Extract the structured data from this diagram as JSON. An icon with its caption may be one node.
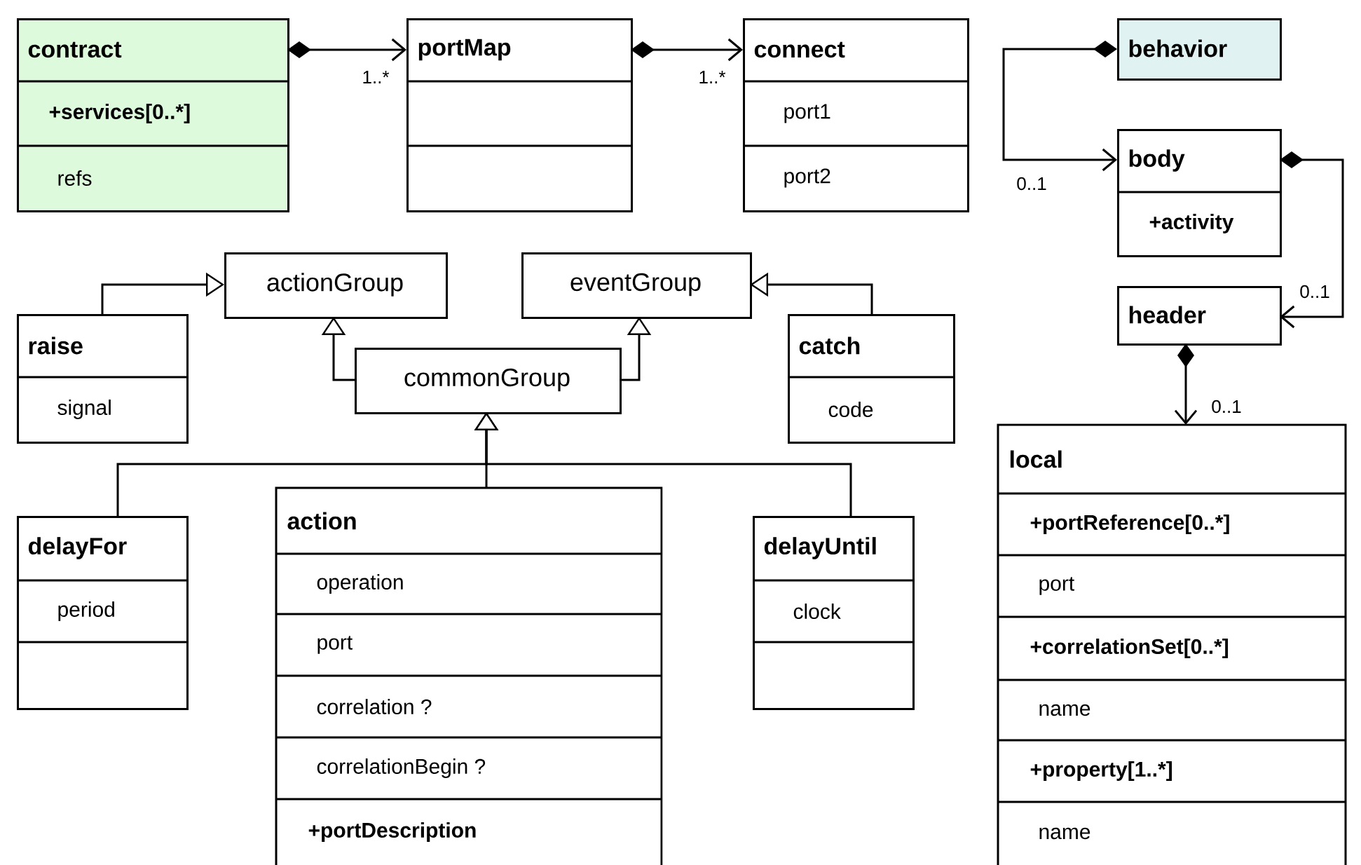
{
  "diagram": {
    "nodes": [
      {
        "text": [
          "contract",
          "+services[0..*]",
          "refs"
        ]
      },
      {
        "text": [
          "portMap"
        ]
      },
      {
        "text": [
          "connect",
          "port1",
          "port2"
        ]
      },
      {
        "text": [
          "behavior"
        ]
      },
      {
        "text": [
          "body",
          "+activity"
        ]
      },
      {
        "text": [
          "header"
        ]
      },
      {
        "text": [
          "local",
          "+portReference[0..*]",
          "port",
          "+correlationSet[0..*]",
          "name",
          "+property[1..*]",
          "name"
        ]
      },
      {
        "text": [
          "actionGroup"
        ]
      },
      {
        "text": [
          "eventGroup"
        ]
      },
      {
        "text": [
          "raise",
          "signal"
        ]
      },
      {
        "text": [
          "catch",
          "code"
        ]
      },
      {
        "text": [
          "commonGroup"
        ]
      },
      {
        "text": [
          "delayFor",
          "period"
        ]
      },
      {
        "text": [
          "action",
          "operation",
          "port",
          "correlation ?",
          "correlationBegin ?",
          "+portDescription"
        ]
      },
      {
        "text": [
          "delayUntil",
          "clock"
        ]
      }
    ],
    "edges": [
      {
        "from": 0,
        "to": 1,
        "arrow": "to",
        "label": "1..*"
      },
      {
        "from": 1,
        "to": 2,
        "arrow": "to",
        "label": "1..*"
      },
      {
        "from": 3,
        "to": 4,
        "arrow": "to",
        "label": "0..1"
      },
      {
        "from": 4,
        "to": 5,
        "arrow": "to",
        "label": "0..1"
      },
      {
        "from": 5,
        "to": 6,
        "arrow": "to",
        "label": "0..1"
      },
      {
        "from": 9,
        "to": 7,
        "arrow": "to"
      },
      {
        "from": 10,
        "to": 8,
        "arrow": "to"
      },
      {
        "from": 11,
        "to": 7,
        "arrow": "to"
      },
      {
        "from": 11,
        "to": 8,
        "arrow": "to"
      },
      {
        "from": 12,
        "to": 11,
        "arrow": "to"
      },
      {
        "from": 13,
        "to": 11,
        "arrow": "to"
      },
      {
        "from": 14,
        "to": 11,
        "arrow": "to"
      }
    ]
  }
}
